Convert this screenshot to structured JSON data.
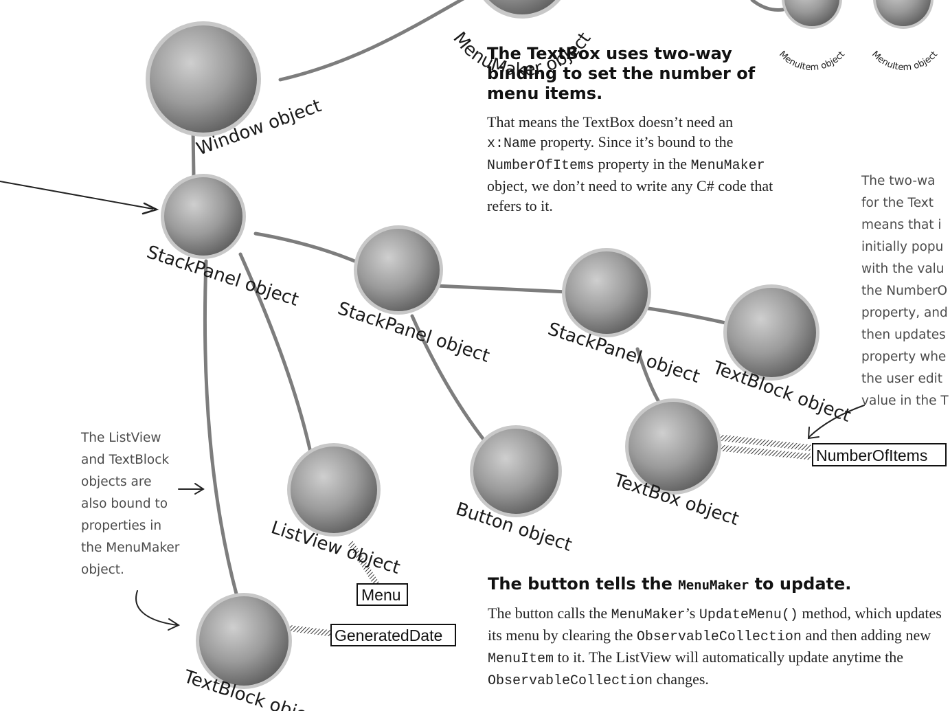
{
  "nodes": {
    "window": "Window object",
    "menumaker": "MenuMaker object",
    "menuitem_1": "MenuItem object",
    "menuitem_2": "MenuItem object",
    "stackpanel_root": "StackPanel object",
    "stackpanel_mid": "StackPanel object",
    "stackpanel_right": "StackPanel object",
    "textblock_top": "TextBlock object",
    "textbox": "TextBox object",
    "button": "Button object",
    "listview": "ListView object",
    "textblock_bottom": "TextBlock object"
  },
  "properties": {
    "number_of_items": "NumberOfItems",
    "menu": "Menu",
    "generated_date": "GeneratedDate"
  },
  "textbox_section": {
    "heading": "The TextBox uses two-way binding to set the number of menu items.",
    "body_1": "That means the TextBox doesn’t need an ",
    "code_1": "x:Name",
    "body_2": " property. Since it’s bound to the ",
    "code_2": "NumberOfItems",
    "body_3": " property in the ",
    "code_3": "MenuMaker",
    "body_4": " object, we don’t need to write any C# code that refers to it."
  },
  "button_section": {
    "heading_1": "The button tells the ",
    "heading_code": "MenuMaker",
    "heading_2": " to update.",
    "body_1": "The button calls the ",
    "code_1": "MenuMaker",
    "body_2": "’s ",
    "code_2": "UpdateMenu()",
    "body_3": " method, which updates its menu by clearing the ",
    "code_3": "ObservableCollection",
    "body_4": " and then adding new ",
    "code_4": "MenuItem",
    "body_5": " to it. The ListView will automatically update anytime the ",
    "code_5": "ObservableCollection",
    "body_6": " changes."
  },
  "annotations": {
    "listview_note": [
      "The ListView",
      "and TextBlock",
      "objects are",
      "also bound to",
      "properties in",
      "the MenuMaker",
      "object."
    ],
    "twoway_note": [
      "The two-wa",
      "for the Text",
      "means that i",
      "initially popu",
      "with the valu",
      "the NumberO",
      "property, and",
      "then updates",
      "property whe",
      "the user edit",
      "value in the T"
    ]
  },
  "colors": {
    "node_fill": "#9a9a9a",
    "node_halo": "#c8c8c8",
    "edge": "#7d7d7d",
    "arrow": "#222222"
  }
}
